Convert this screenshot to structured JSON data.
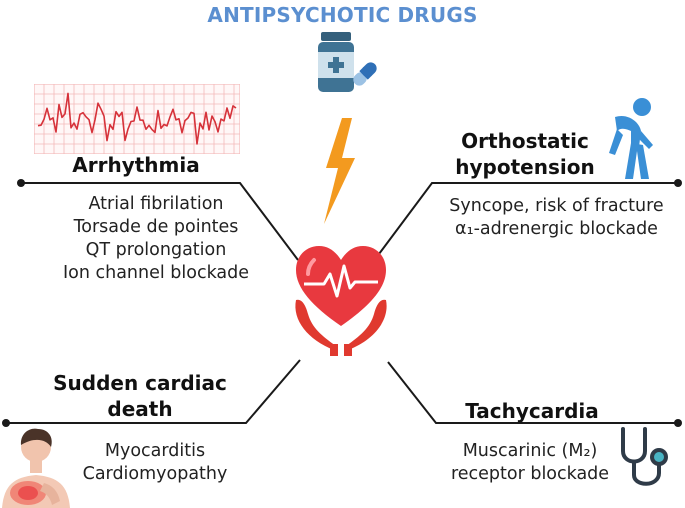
{
  "title": "ANTIPSYCHOTIC DRUGS",
  "topLeft": {
    "heading": "Arrhythmia",
    "items": [
      "Atrial fibrilation",
      "Torsade de pointes",
      "QT prolongation",
      "Ion channel blockade"
    ]
  },
  "topRight": {
    "heading_lines": [
      "Orthostatic",
      "hypotension"
    ],
    "items": [
      "Syncope, risk of fracture",
      "α₁-adrenergic blockade"
    ]
  },
  "bottomLeft": {
    "heading_lines": [
      "Sudden cardiac",
      "death"
    ],
    "items": [
      "Myocarditis",
      "Cardiomyopathy"
    ]
  },
  "bottomRight": {
    "heading": "Tachycardia",
    "items": [
      "Muscarinic (M₂)",
      "receptor blockade"
    ]
  },
  "colors": {
    "title": "#5b8fd0",
    "heart": "#e8393f",
    "hands": "#e0392f",
    "bolt": "#f39a1f",
    "bottle": "#3d6e8e",
    "person": "#3a8fd6",
    "ecg_grid": "#f3b9b9",
    "ecg_trace": "#d6323a"
  },
  "icons": [
    "medicine-bottle-icon",
    "capsule-icon",
    "lightning-bolt-icon",
    "heart-in-hands-icon",
    "ecg-strip-icon",
    "dizzy-person-icon",
    "chest-pain-person-icon",
    "stethoscope-icon"
  ]
}
